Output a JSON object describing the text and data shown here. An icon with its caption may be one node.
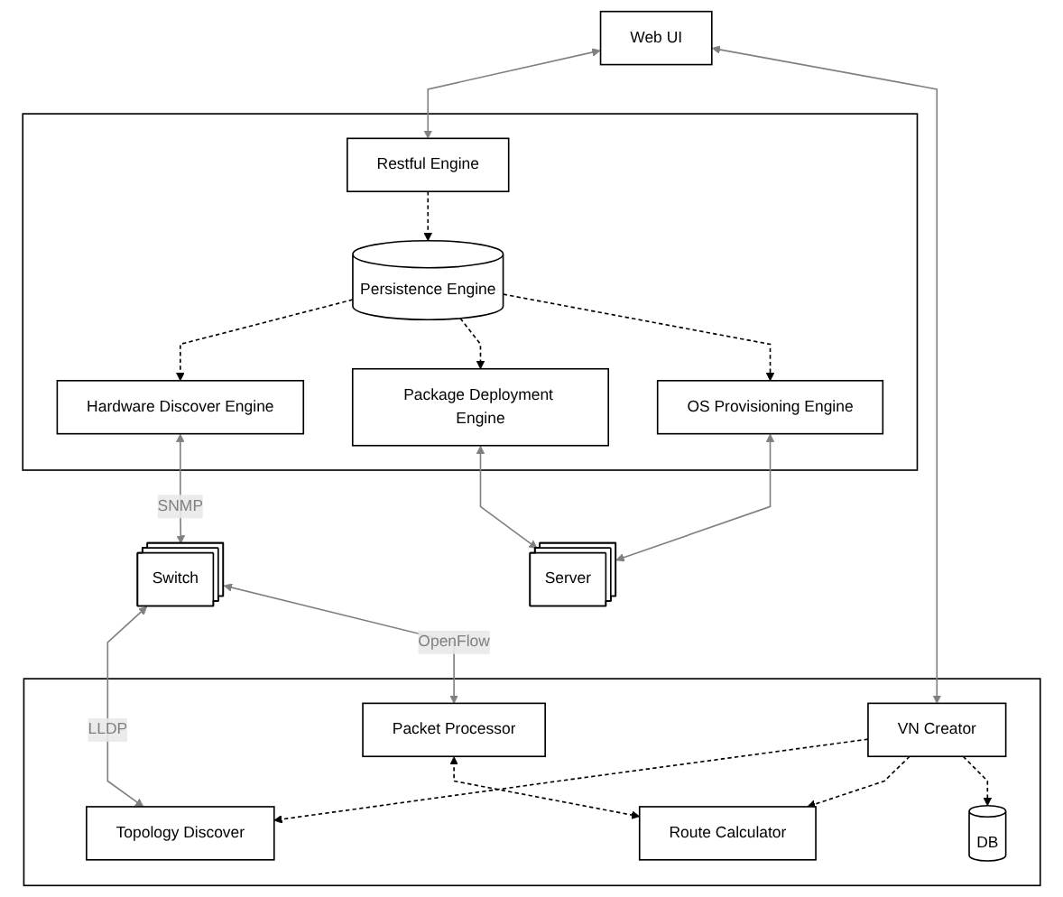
{
  "diagram": {
    "nodes": [
      {
        "text": [],
        "shape": "box"
      },
      {
        "text": [
          "Restful Engine"
        ],
        "in": 0
      },
      {
        "text": [
          "Persistence Engine"
        ],
        "in": 0
      },
      {
        "text": [
          "Hardware Discover Engine"
        ],
        "in": 0
      },
      {
        "text": [
          "Package Deployment Engine"
        ],
        "in": 0
      },
      {
        "text": [
          "OS Provisioning Engine"
        ],
        "in": 0
      },
      {
        "text": [
          "Web UI"
        ]
      },
      {
        "text": [
          "Switch"
        ]
      },
      {
        "text": [
          "Server"
        ]
      },
      {
        "text": [],
        "shape": "box"
      },
      {
        "text": [
          "Topology Discover"
        ],
        "in": 9
      },
      {
        "text": [
          "Packet Processor"
        ],
        "in": 9
      },
      {
        "text": [
          "VN Creator"
        ],
        "in": 9
      },
      {
        "text": [
          "Route Calculator"
        ],
        "in": 9
      },
      {
        "text": [
          "DB"
        ],
        "in": 9
      }
    ],
    "edges": [
      {
        "from": 6,
        "to": 1,
        "arrow": "both",
        "color": "#808080"
      },
      {
        "from": 1,
        "to": 2,
        "arrow": "to",
        "style": "dashed"
      },
      {
        "from": 2,
        "to": 3,
        "arrow": "to",
        "style": "dashed"
      },
      {
        "from": 2,
        "to": 4,
        "arrow": "to",
        "style": "dashed"
      },
      {
        "from": 2,
        "to": 5,
        "arrow": "to",
        "style": "dashed"
      },
      {
        "from": 3,
        "to": 7,
        "label": "SNMP",
        "arrow": "both",
        "color": "#808080"
      },
      {
        "from": 4,
        "to": 8,
        "arrow": "both",
        "color": "#808080"
      },
      {
        "from": 5,
        "to": 8,
        "arrow": "both",
        "color": "#808080"
      },
      {
        "from": 7,
        "to": 10,
        "label": "LLDP",
        "arrow": "both",
        "color": "#808080"
      },
      {
        "from": 7,
        "to": 11,
        "label": "OpenFlow",
        "arrow": "both",
        "color": "#808080"
      },
      {
        "from": 6,
        "to": 12,
        "arrow": "both",
        "color": "#808080"
      },
      {
        "from": 12,
        "to": 10,
        "arrow": "to",
        "style": "dashed"
      },
      {
        "from": 12,
        "to": 13,
        "arrow": "to",
        "style": "dashed"
      },
      {
        "from": 11,
        "to": 13,
        "arrow": "both",
        "style": "dashed"
      },
      {
        "from": 12,
        "to": 14,
        "arrow": "to",
        "style": "dashed"
      }
    ]
  }
}
